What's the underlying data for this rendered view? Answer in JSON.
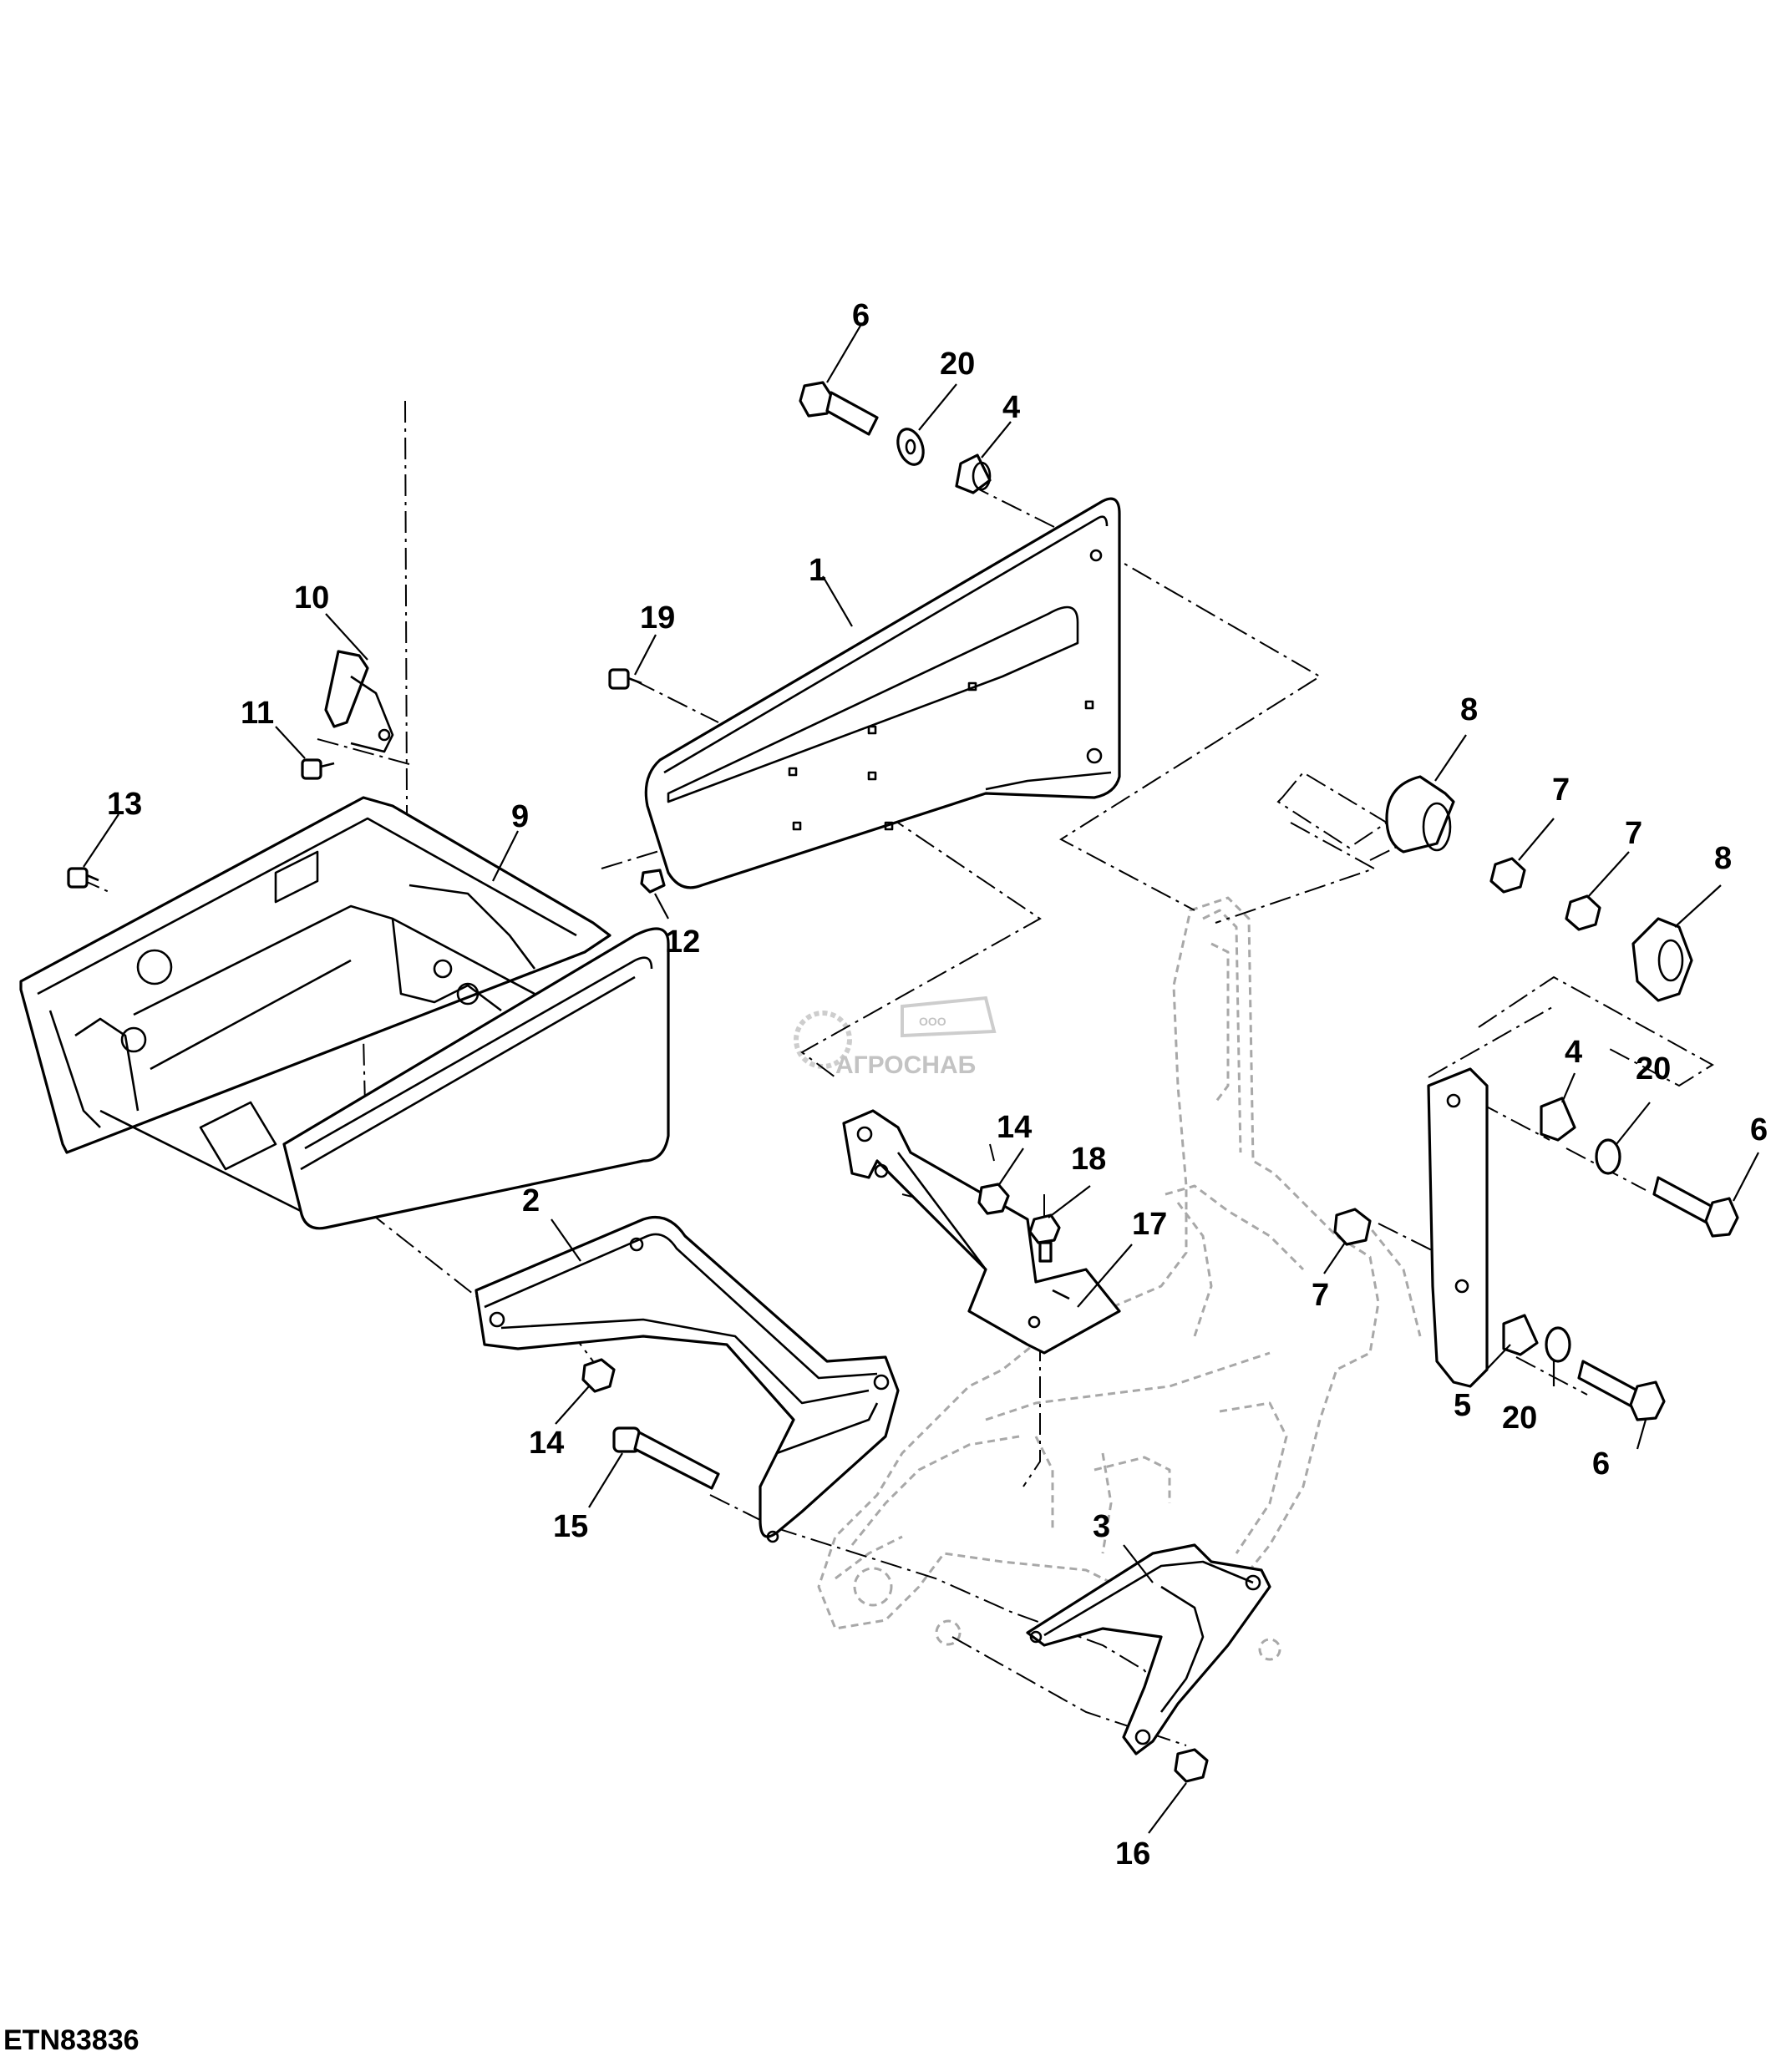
{
  "figure_id": "ETN83836",
  "watermark": {
    "small": "ООО",
    "brand": "АГРОСНАБ"
  },
  "callouts": {
    "c1": "1",
    "c2": "2",
    "c3": "3",
    "c4a": "4",
    "c4b": "4",
    "c5": "5",
    "c6a": "6",
    "c6b": "6",
    "c6c": "6",
    "c7a": "7",
    "c7b": "7",
    "c7c": "7",
    "c8a": "8",
    "c8b": "8",
    "c9": "9",
    "c10": "10",
    "c11": "11",
    "c12": "12",
    "c13": "13",
    "c14a": "14",
    "c14b": "14",
    "c15": "15",
    "c16": "16",
    "c17": "17",
    "c18": "18",
    "c19": "19",
    "c20a": "20",
    "c20b": "20",
    "c20c": "20"
  }
}
